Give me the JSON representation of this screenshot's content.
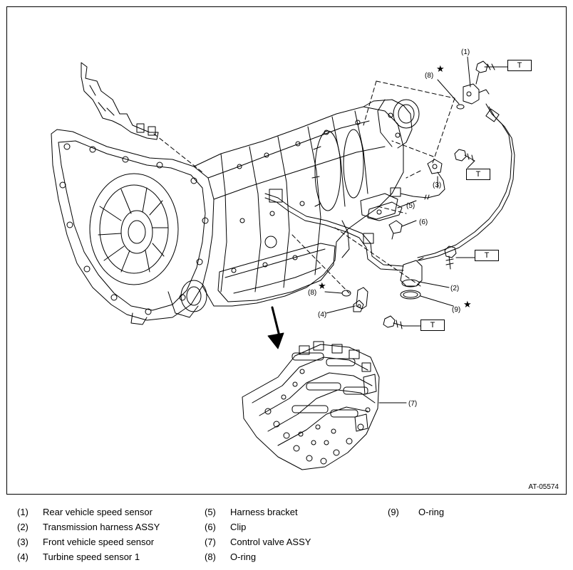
{
  "figure": {
    "id": "AT-05574",
    "torque_mark": "T",
    "star_mark": "★"
  },
  "callouts": {
    "c1": "(1)",
    "c2": "(2)",
    "c3": "(3)",
    "c4": "(4)",
    "c5": "(5)",
    "c6": "(6)",
    "c7": "(7)",
    "c8a": "(8)",
    "c8b": "(8)",
    "c9": "(9)"
  },
  "legend": [
    {
      "num": "(1)",
      "label": "Rear vehicle speed sensor"
    },
    {
      "num": "(2)",
      "label": "Transmission harness ASSY"
    },
    {
      "num": "(3)",
      "label": "Front vehicle speed sensor"
    },
    {
      "num": "(4)",
      "label": "Turbine speed sensor 1"
    },
    {
      "num": "(5)",
      "label": "Harness bracket"
    },
    {
      "num": "(6)",
      "label": "Clip"
    },
    {
      "num": "(7)",
      "label": "Control valve ASSY"
    },
    {
      "num": "(8)",
      "label": "O-ring"
    },
    {
      "num": "(9)",
      "label": "O-ring"
    }
  ]
}
